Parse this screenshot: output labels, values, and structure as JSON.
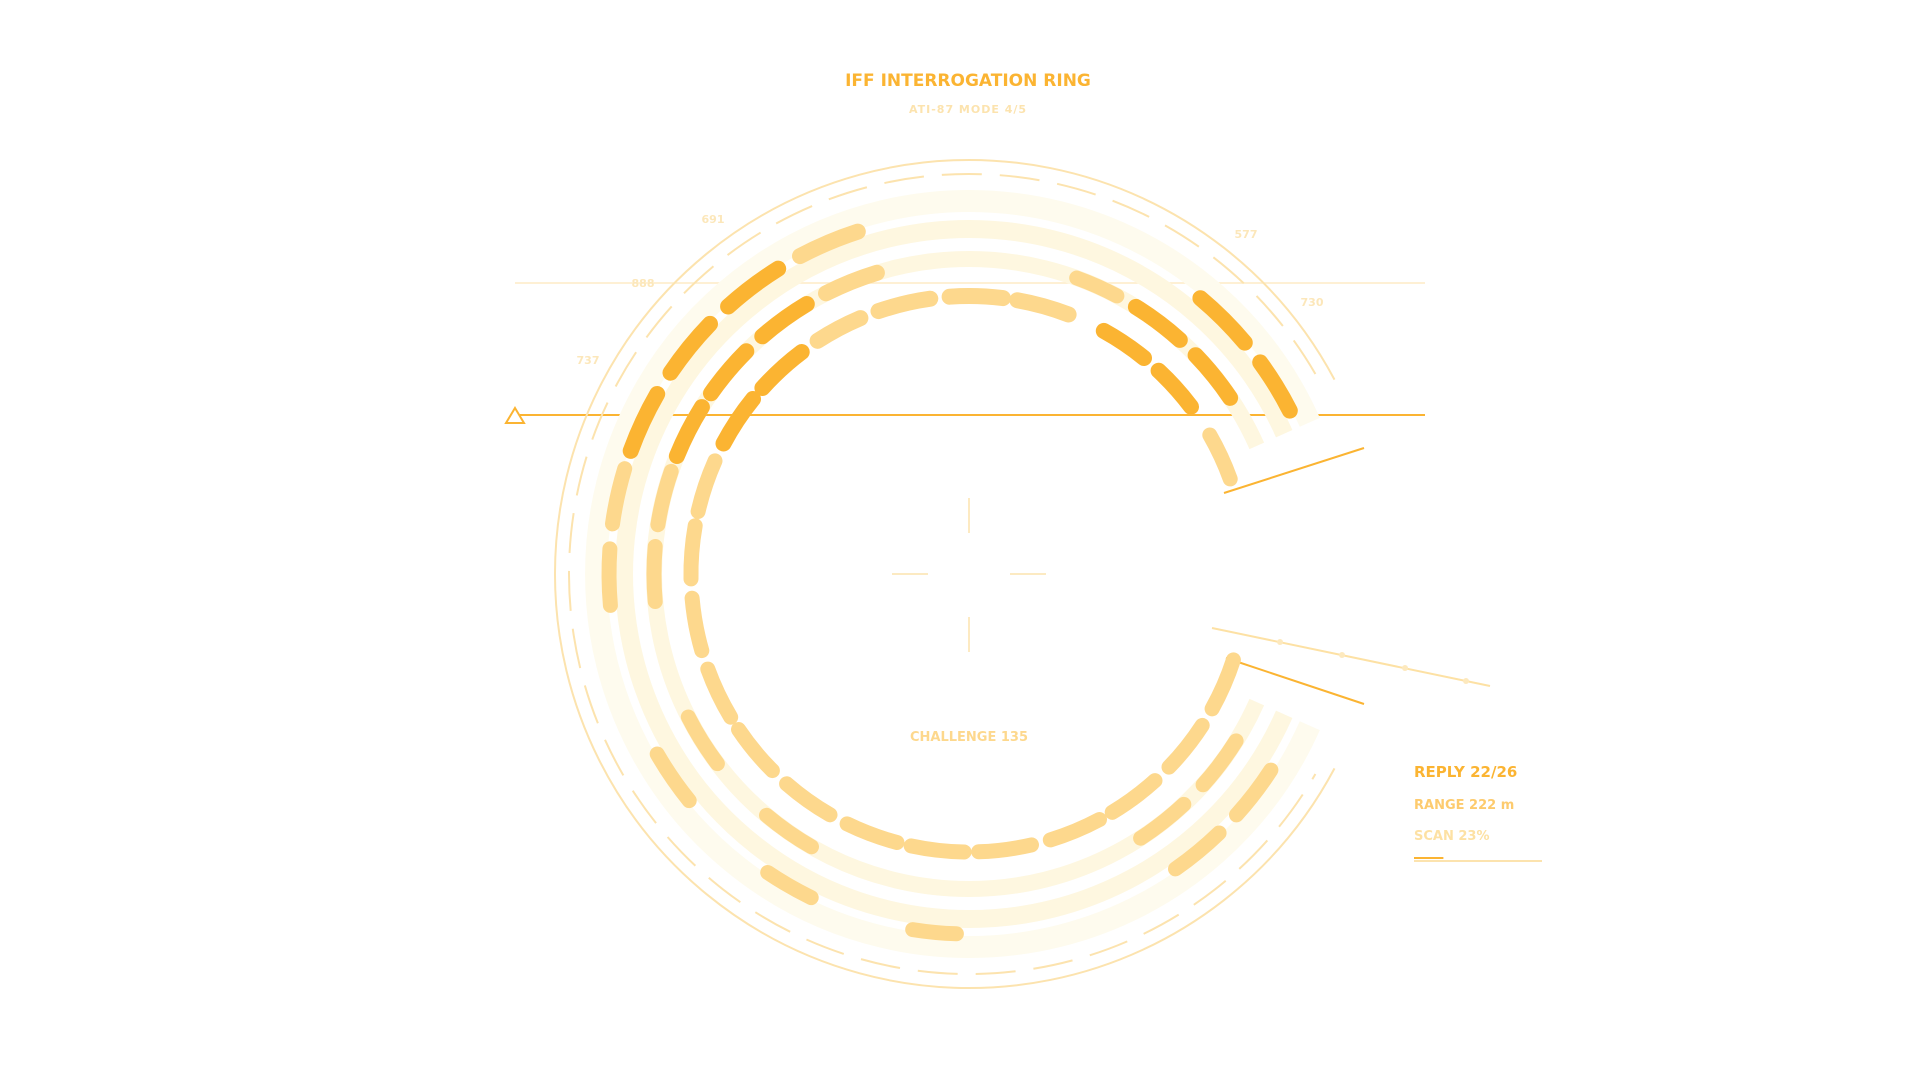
{
  "header": {
    "title": "IFF INTERROGATION RING",
    "subtitle": "ATI-87 MODE 4/5"
  },
  "readouts": {
    "challenge": "CHALLENGE 135",
    "reply": "REPLY 22/26",
    "range": "RANGE 222 m",
    "scan": "SCAN 23%"
  },
  "bearings": [
    "737",
    "888",
    "691",
    "577",
    "730"
  ],
  "scan_fraction": 0.23,
  "colors": {
    "accent": "#FBB432",
    "accent_mid": "#FDD88D",
    "accent_faint": "#FCF0CC",
    "accent_ghost": "#FEFBEE"
  },
  "icons": {
    "marker": "warning-triangle-icon",
    "center": "crosshair-icon"
  }
}
